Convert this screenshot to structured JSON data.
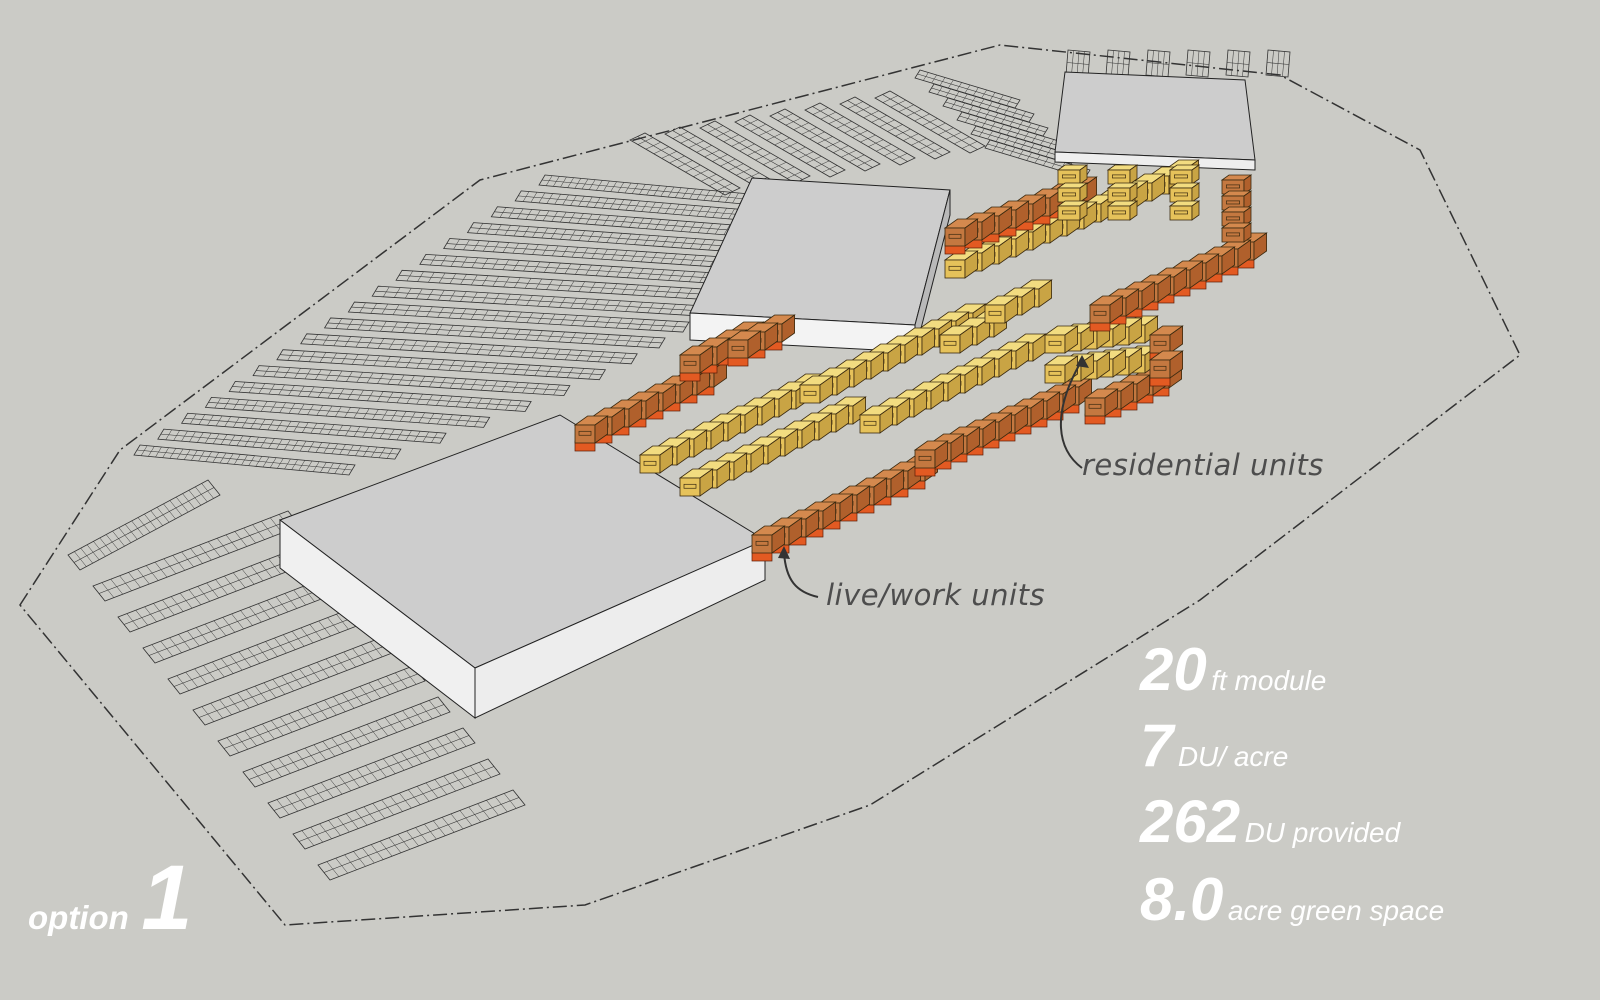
{
  "colors": {
    "background": "#cbcbc6",
    "building_roof": "#cdcdcd",
    "building_side": "#efefef",
    "residential": "#e6c25a",
    "residential_light": "#f2dc80",
    "live_work": "#d4894e",
    "live_work_base": "#e35a22",
    "text_white": "#ffffff",
    "label_grey": "#4d4d4d"
  },
  "labels": {
    "residential": "residential units",
    "live_work": "live/work units"
  },
  "stats": [
    {
      "value": "20",
      "text": "ft module"
    },
    {
      "value": "7",
      "text": "DU/ acre"
    },
    {
      "value": "262",
      "text": "DU provided"
    },
    {
      "value": "8.0",
      "text": "acre green space"
    }
  ],
  "option": {
    "word": "option",
    "number": "1"
  }
}
